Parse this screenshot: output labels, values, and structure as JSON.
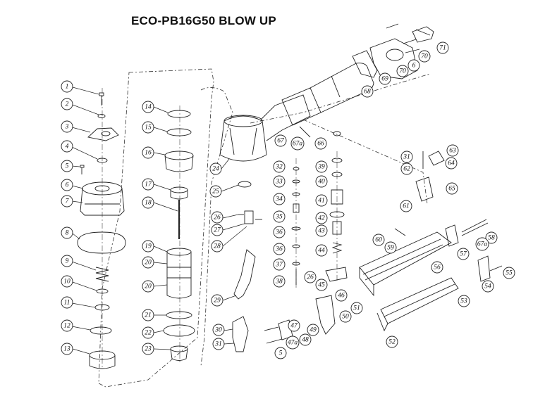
{
  "title": "ECO-PB16G50 BLOW UP",
  "callouts": [
    {
      "label": "1"
    },
    {
      "label": "2"
    },
    {
      "label": "3"
    },
    {
      "label": "4"
    },
    {
      "label": "5"
    },
    {
      "label": "6"
    },
    {
      "label": "7"
    },
    {
      "label": "8"
    },
    {
      "label": "9"
    },
    {
      "label": "10"
    },
    {
      "label": "11"
    },
    {
      "label": "12"
    },
    {
      "label": "13"
    },
    {
      "label": "14"
    },
    {
      "label": "15"
    },
    {
      "label": "16"
    },
    {
      "label": "17"
    },
    {
      "label": "18"
    },
    {
      "label": "19"
    },
    {
      "label": "20"
    },
    {
      "label": "20"
    },
    {
      "label": "21"
    },
    {
      "label": "22"
    },
    {
      "label": "23"
    },
    {
      "label": "24"
    },
    {
      "label": "25"
    },
    {
      "label": "26"
    },
    {
      "label": "27"
    },
    {
      "label": "28"
    },
    {
      "label": "29"
    },
    {
      "label": "30"
    },
    {
      "label": "31"
    },
    {
      "label": "32"
    },
    {
      "label": "33"
    },
    {
      "label": "34"
    },
    {
      "label": "35"
    },
    {
      "label": "36"
    },
    {
      "label": "36"
    },
    {
      "label": "37"
    },
    {
      "label": "38"
    },
    {
      "label": "39"
    },
    {
      "label": "40"
    },
    {
      "label": "41"
    },
    {
      "label": "42"
    },
    {
      "label": "43"
    },
    {
      "label": "44"
    },
    {
      "label": "45"
    },
    {
      "label": "26"
    },
    {
      "label": "46"
    },
    {
      "label": "47"
    },
    {
      "label": "48"
    },
    {
      "label": "49"
    },
    {
      "label": "5"
    },
    {
      "label": "47a"
    },
    {
      "label": "50"
    },
    {
      "label": "51"
    },
    {
      "label": "52"
    },
    {
      "label": "53"
    },
    {
      "label": "54"
    },
    {
      "label": "55"
    },
    {
      "label": "56"
    },
    {
      "label": "57"
    },
    {
      "label": "58"
    },
    {
      "label": "67a"
    },
    {
      "label": "59"
    },
    {
      "label": "60"
    },
    {
      "label": "61"
    },
    {
      "label": "62"
    },
    {
      "label": "31"
    },
    {
      "label": "63"
    },
    {
      "label": "64"
    },
    {
      "label": "65"
    },
    {
      "label": "66"
    },
    {
      "label": "67"
    },
    {
      "label": "67a"
    },
    {
      "label": "68"
    },
    {
      "label": "69"
    },
    {
      "label": "70"
    },
    {
      "label": "6"
    },
    {
      "label": "70"
    },
    {
      "label": "71"
    }
  ]
}
